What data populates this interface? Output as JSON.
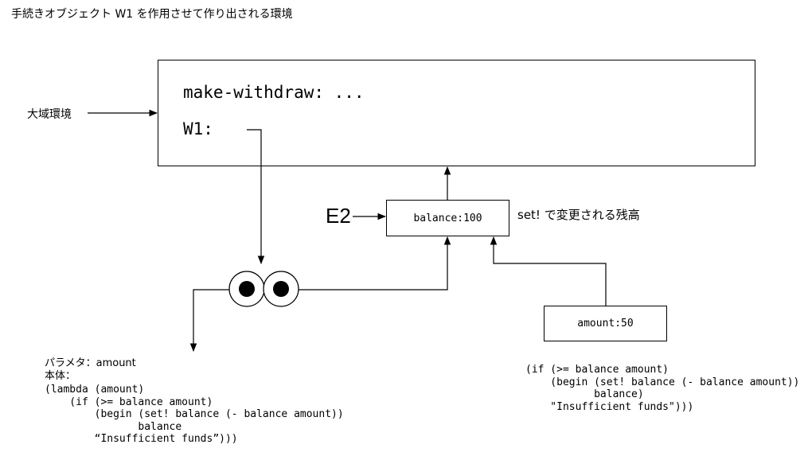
{
  "title": "手続きオブジェクト W1 を作用させて作り出される環境",
  "global_env": {
    "label": "大域環境",
    "bindings": [
      "make-withdraw: ...",
      "W1:"
    ]
  },
  "env_e2": {
    "label": "E2",
    "binding": "balance:100",
    "note": "set! で変更される残高"
  },
  "call_frame": {
    "binding": "amount:50"
  },
  "procedure": {
    "param_line": "パラメタ：amount",
    "body_label": "本体：",
    "code": "(lambda (amount)\n    (if (>= balance amount)\n        (begin (set! balance (- balance amount))\n               balance\n        “Insufficient funds”)))"
  },
  "evaluated_body": {
    "code": "(if (>= balance amount)\n    (begin (set! balance (- balance amount))\n           balance)\n    \"Insufficient funds\")))"
  }
}
